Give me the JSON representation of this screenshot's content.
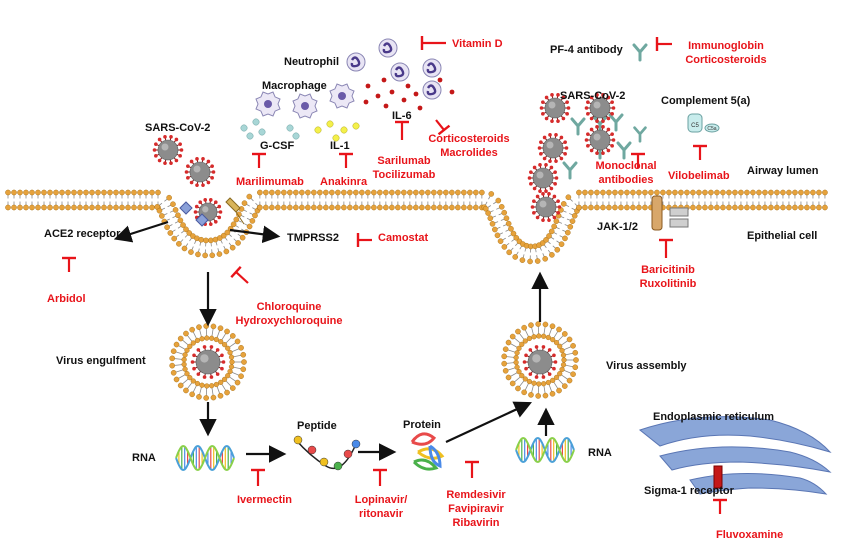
{
  "colors": {
    "red": "#e8141a",
    "black": "#111111",
    "membrane": "#e6a23c",
    "virus": "#c0392b",
    "er": "#8aa6d8"
  },
  "labels": {
    "neutrophil": "Neutrophil",
    "macrophage": "Macrophage",
    "sars_top_left": "SARS-CoV-2",
    "g_csf": "G-CSF",
    "il1": "IL-1",
    "il6": "IL-6",
    "pf4_antibody": "PF-4 antibody",
    "sars_top_right": "SARS-CoV-2",
    "complement": "Complement 5(a)",
    "c5": "C5",
    "c5a": "C5a",
    "airway_lumen": "Airway lumen",
    "epithelial_cell": "Epithelial cell",
    "ace2_receptor": "ACE2 receptor",
    "tmprss2": "TMPRSS2",
    "jak": "JAK-1/2",
    "virus_engulfment": "Virus engulfment",
    "virus_assembly": "Virus assembly",
    "rna_left": "RNA",
    "rna_right": "RNA",
    "peptide": "Peptide",
    "protein": "Protein",
    "endoplasmic_reticulum": "Endoplasmic reticulum",
    "sigma1_receptor": "Sigma-1 receptor"
  },
  "drugs": {
    "vitamin_d": "Vitamin D",
    "immunoglobin": "Immunoglobin",
    "corticosteroids_top": "Corticosteroids",
    "corticosteroids_mid": "Corticosteroids",
    "macrolides": "Macrolides",
    "sarilumab": "Sarilumab",
    "tocilizumab": "Tocilizumab",
    "marilimumab": "Marilimumab",
    "anakinra": "Anakinra",
    "monoclonal": "Monoclonal",
    "antibodies": "antibodies",
    "vilobelimab": "Vilobelimab",
    "camostat": "Camostat",
    "arbidol": "Arbidol",
    "chloroquine": "Chloroquine",
    "hydroxychloroquine": "Hydroxychloroquine",
    "baricitinib": "Baricitinib",
    "ruxolitinib": "Ruxolitinib",
    "ivermectin": "Ivermectin",
    "lopinavir": "Lopinavir/",
    "ritonavir": "ritonavir",
    "remdesivir": "Remdesivir",
    "favipiravir": "Favipiravir",
    "ribavirin": "Ribavirin",
    "fluvoxamine": "Fluvoxamine"
  }
}
